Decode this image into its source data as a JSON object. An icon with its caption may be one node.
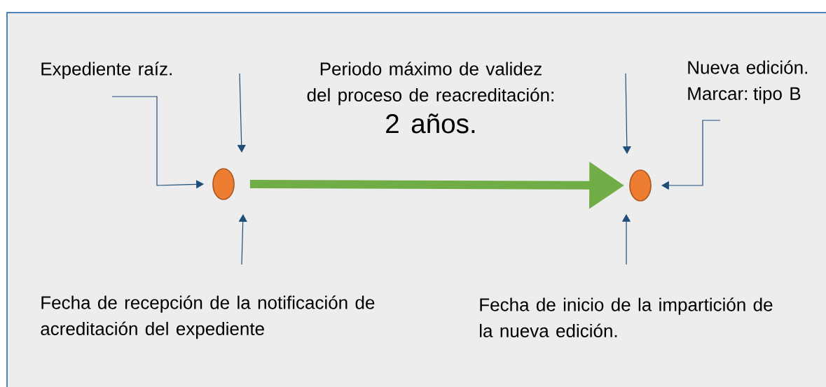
{
  "diagram": {
    "nodes": [
      {
        "text": [
          "Expediente raíz."
        ]
      },
      {
        "text": [],
        "shape": "circle"
      },
      {
        "text": [
          "Periodo máximo de validez del proceso de reacreditación:",
          "2 años."
        ]
      },
      {
        "text": [],
        "shape": "circle"
      },
      {
        "text": [
          "Nueva edición.",
          "Marcar: tipo B"
        ]
      },
      {
        "text": [
          "Fecha de recepción de la notificación de acreditación del expediente"
        ]
      },
      {
        "text": [
          "Fecha de inicio de la impartición de la nueva edición."
        ]
      }
    ],
    "edges": [
      {
        "from": 0,
        "to": 1,
        "arrow": "to"
      },
      {
        "from": null,
        "to": 1,
        "arrow": "to"
      },
      {
        "from": 5,
        "to": 1,
        "arrow": "to"
      },
      {
        "from": 1,
        "to": 3,
        "arrow": "to",
        "style": "thick",
        "color": "#70ad47"
      },
      {
        "from": null,
        "to": 3,
        "arrow": "to"
      },
      {
        "from": 4,
        "to": 3,
        "arrow": "to"
      },
      {
        "from": 6,
        "to": 3,
        "arrow": "to"
      }
    ]
  }
}
